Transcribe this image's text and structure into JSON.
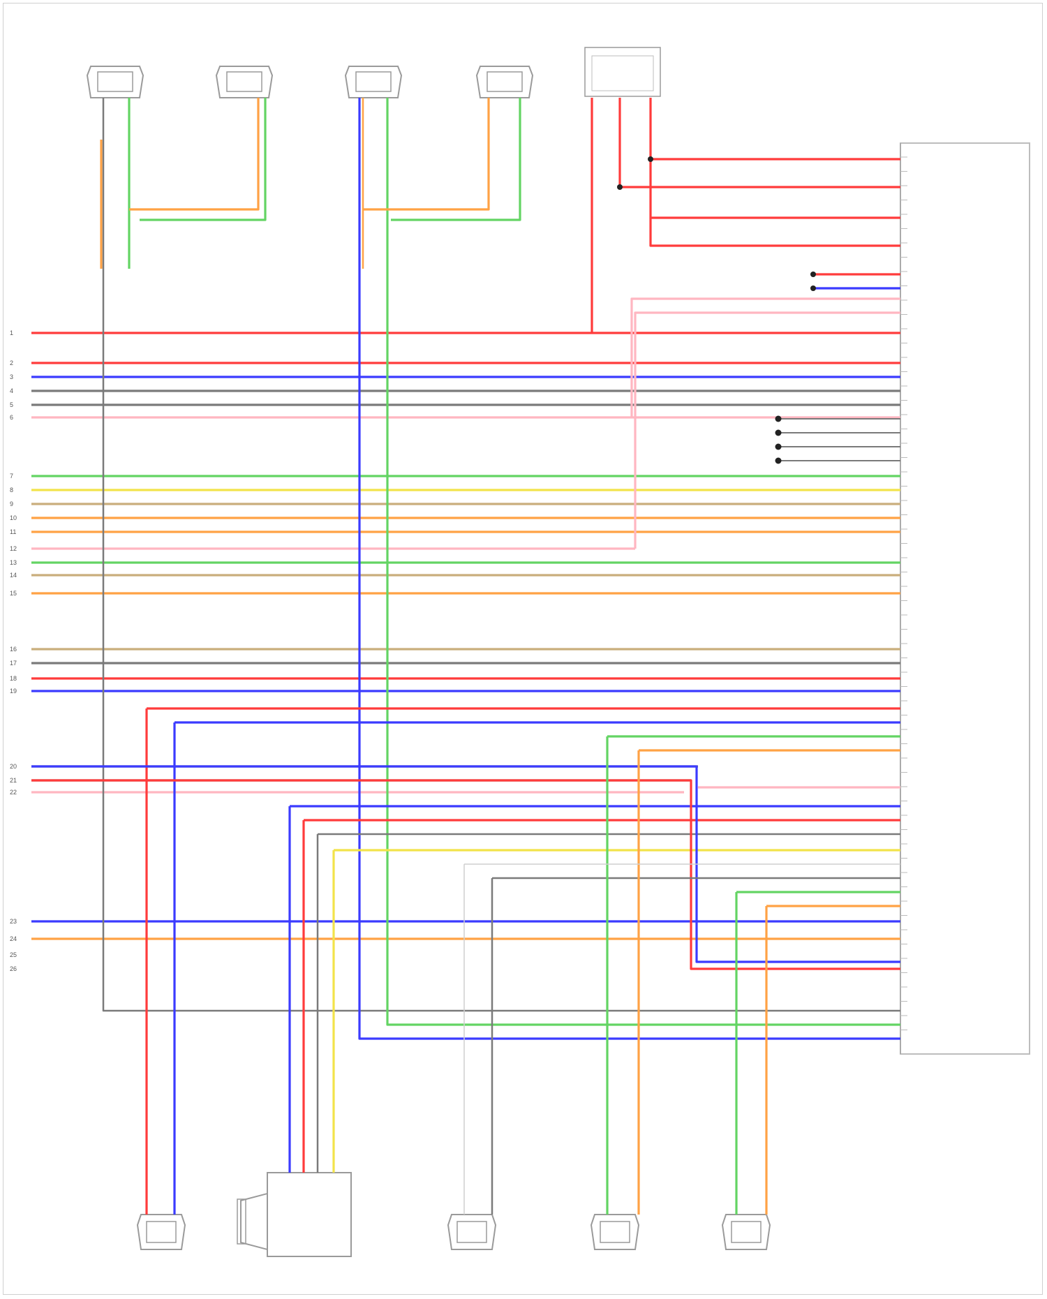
{
  "colors": {
    "red": "#ff3b3b",
    "pink": "#ffb6c1",
    "blue": "#3b3bff",
    "gray": "#7a7a7a",
    "green": "#63d463",
    "yellow": "#f2e34a",
    "orange": "#ffa245",
    "tan": "#c9ae7c",
    "component": "#9a9a9a"
  },
  "top_components": [
    {
      "id": "lr-door-spk",
      "label": "",
      "icon": "speaker-connector-icon"
    },
    {
      "id": "lr-door-tweeter",
      "label": "",
      "icon": "speaker-connector-icon"
    },
    {
      "id": "rr-door-spk",
      "label": "",
      "icon": "speaker-connector-icon"
    },
    {
      "id": "rr-door-spk2",
      "label": "",
      "icon": "speaker-connector-icon"
    },
    {
      "id": "lr-connector",
      "label": "",
      "icon": "connector-block-icon"
    }
  ],
  "bottom_components": [
    {
      "id": "l-surround",
      "label": "",
      "icon": "speaker-connector-icon"
    },
    {
      "id": "center",
      "label": "",
      "icon": "center-speaker-icon"
    },
    {
      "id": "l-sub",
      "label": "",
      "icon": "speaker-connector-icon"
    },
    {
      "id": "r-surround",
      "label": "",
      "icon": "speaker-connector-icon"
    },
    {
      "id": "r-sub",
      "label": "",
      "icon": "speaker-connector-icon"
    }
  ],
  "amplifier": {
    "label": "",
    "pin_count": 62
  },
  "left_row_numbers": [
    "1",
    "2",
    "3",
    "4",
    "5",
    "6",
    "7",
    "8",
    "9",
    "10",
    "11",
    "12",
    "13",
    "14",
    "15",
    "16",
    "17",
    "18",
    "19",
    "20",
    "21",
    "22",
    "23",
    "24",
    "25",
    "26"
  ],
  "footer_text": ""
}
